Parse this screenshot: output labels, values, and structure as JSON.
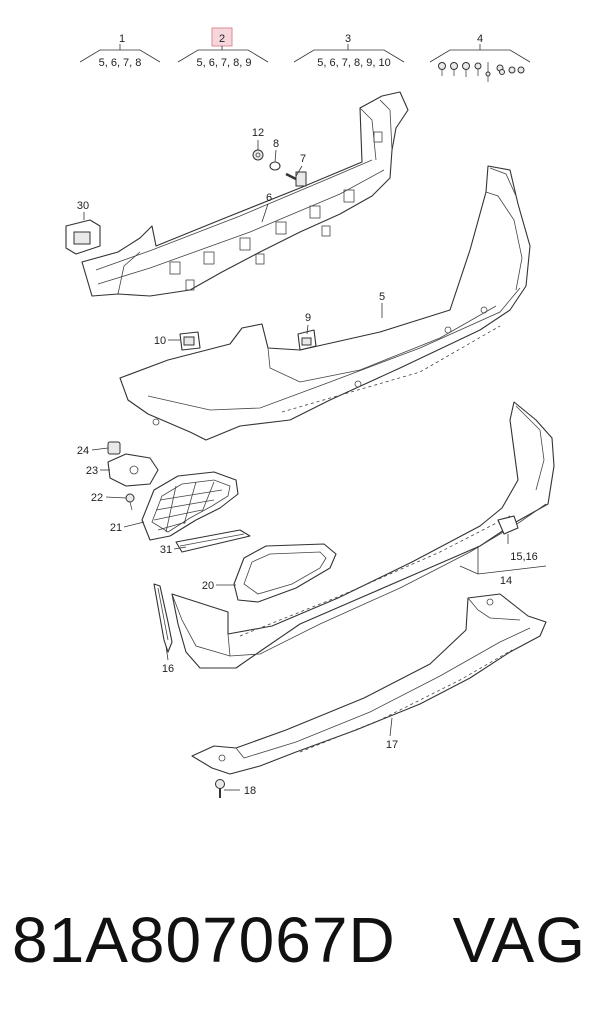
{
  "groups": [
    {
      "number": "1",
      "members": "5, 6, 7, 8"
    },
    {
      "number": "2",
      "members": "5, 6, 7, 8, 9",
      "highlighted": true
    },
    {
      "number": "3",
      "members": "5, 6, 7, 8, 9, 10"
    },
    {
      "number": "4",
      "members": ""
    }
  ],
  "callouts": {
    "c5": "5",
    "c6": "6",
    "c7": "7",
    "c8": "8",
    "c9": "9",
    "c10": "10",
    "c12": "12",
    "c14": "14",
    "c15": "15,16",
    "c16": "16",
    "c17": "17",
    "c18": "18",
    "c20": "20",
    "c21": "21",
    "c22": "22",
    "c23": "23",
    "c24": "24",
    "c30": "30",
    "c31": "31"
  },
  "highlight_color": "#f6d6da",
  "caption": {
    "part_number": "81A807067D",
    "brand": "VAG"
  }
}
